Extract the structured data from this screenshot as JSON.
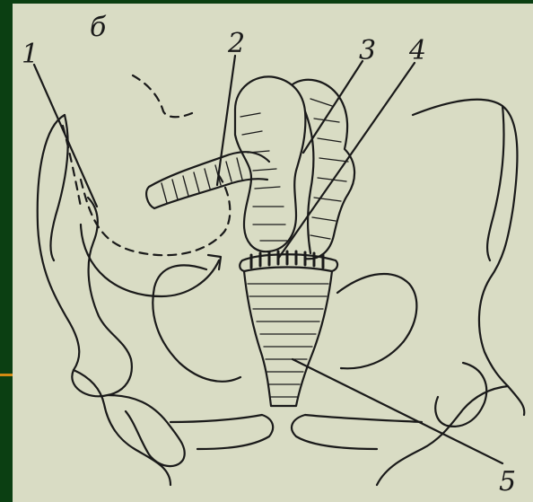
{
  "figure": {
    "panel_label": "б",
    "labels": [
      "1",
      "2",
      "3",
      "4",
      "5"
    ]
  },
  "colors": {
    "background": "#0b3f12",
    "paper": "#d9dcc4",
    "ink": "#1a1a1a",
    "accent": "#d38a12"
  }
}
